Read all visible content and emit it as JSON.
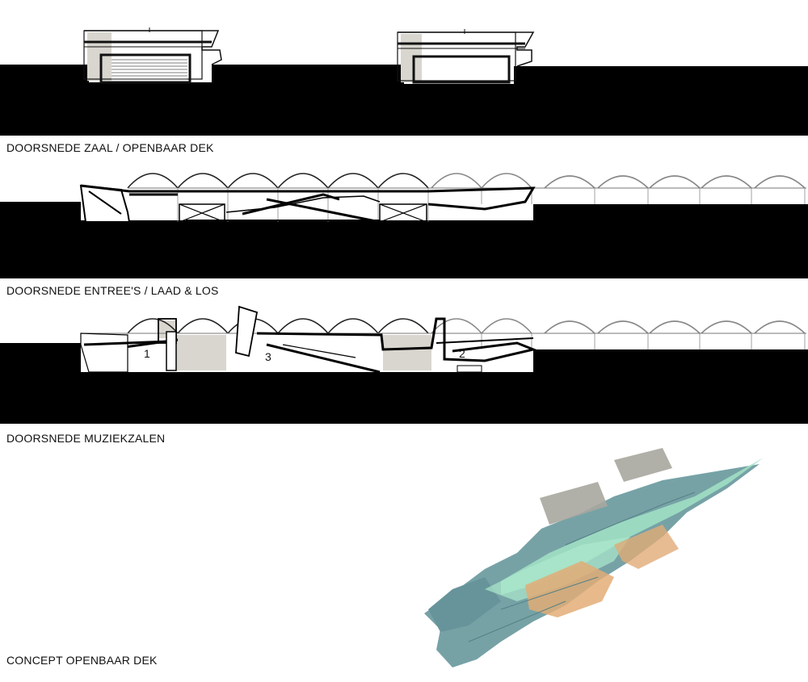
{
  "sections": [
    {
      "caption": "DOORSNEDE  ZAAL / OPENBAAR DEK"
    },
    {
      "caption": "DOORSNEDE  ENTREE'S / LAAD & LOS"
    },
    {
      "caption": "DOORSNEDE  MUZIEKZALEN",
      "room_labels": [
        "1",
        "3",
        "2"
      ]
    },
    {
      "caption": "CONCEPT   OPENBAAR DEK"
    }
  ],
  "colors": {
    "ground": "#000000",
    "fill_grey": "#d9d6cf",
    "concept_teal": "#6f9ea2",
    "concept_green": "#9fe2c3",
    "concept_orange": "#e0a870",
    "concept_grey": "#a3a39a"
  }
}
